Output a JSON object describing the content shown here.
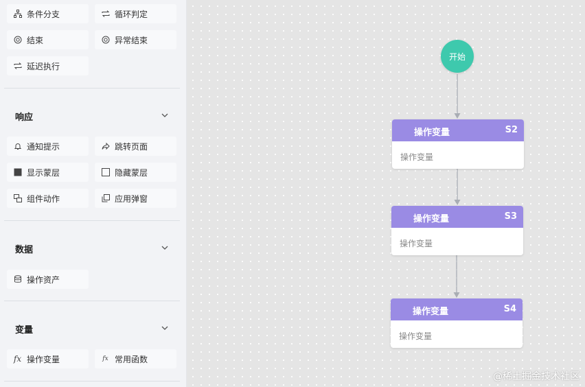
{
  "sidebar": {
    "top_items": [
      {
        "label": "条件分支",
        "icon": "branch-icon"
      },
      {
        "label": "循环判定",
        "icon": "loop-icon"
      },
      {
        "label": "结束",
        "icon": "end-icon"
      },
      {
        "label": "异常结束",
        "icon": "abnormal-end-icon"
      },
      {
        "label": "延迟执行",
        "icon": "delay-icon"
      }
    ],
    "sections": [
      {
        "title": "响应",
        "items": [
          {
            "label": "通知提示",
            "icon": "bell-icon"
          },
          {
            "label": "跳转页面",
            "icon": "share-arrow-icon"
          },
          {
            "label": "显示蒙层",
            "icon": "filled-square-icon"
          },
          {
            "label": "隐藏蒙层",
            "icon": "empty-square-icon"
          },
          {
            "label": "组件动作",
            "icon": "component-icon"
          },
          {
            "label": "应用弹窗",
            "icon": "popup-icon"
          }
        ]
      },
      {
        "title": "数据",
        "items": [
          {
            "label": "操作资产",
            "icon": "database-icon"
          }
        ]
      },
      {
        "title": "变量",
        "items": [
          {
            "label": "操作变量",
            "icon": "fx-icon"
          },
          {
            "label": "常用函数",
            "icon": "function-icon"
          }
        ]
      }
    ]
  },
  "canvas": {
    "start_node": {
      "label": "开始"
    },
    "nodes": [
      {
        "title": "操作变量",
        "code": "S2",
        "body": "操作变量"
      },
      {
        "title": "操作变量",
        "code": "S3",
        "body": "操作变量"
      },
      {
        "title": "操作变量",
        "code": "S4",
        "body": "操作变量"
      }
    ],
    "watermark": "@稀土掘金技术社区"
  },
  "colors": {
    "start_node": "#3ec9ad",
    "node_header": "#9a8be4",
    "connector": "#a9adb4"
  }
}
